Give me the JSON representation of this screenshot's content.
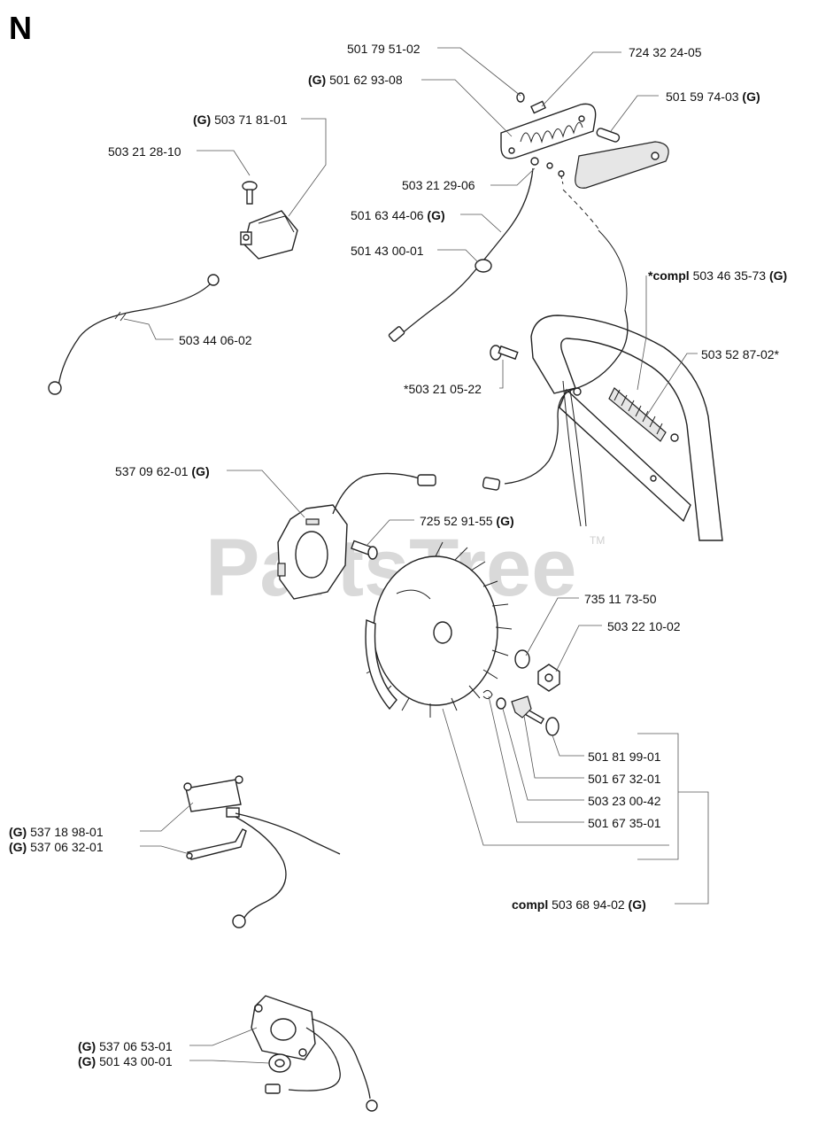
{
  "section_letter": "N",
  "watermark": {
    "text": "PartsTree",
    "tm": "TM"
  },
  "labels": {
    "p_501_79_51_02": {
      "text": "501 79 51-02"
    },
    "p_724_32_24_05": {
      "text": "724 32 24-05"
    },
    "p_501_62_93_08": {
      "prefix": "(G)",
      "text": "501 62 93-08"
    },
    "p_501_59_74_03": {
      "text": "501 59 74-03",
      "suffix": "(G)"
    },
    "p_503_71_81_01": {
      "prefix": "(G)",
      "text": "503 71 81-01"
    },
    "p_503_21_28_10": {
      "text": "503 21 28-10"
    },
    "p_503_21_29_06": {
      "text": "503 21 29-06"
    },
    "p_501_63_44_06": {
      "text": "501 63 44-06",
      "suffix": "(G)"
    },
    "p_501_43_00_01_top": {
      "text": "501 43 00-01"
    },
    "p_503_46_35_73": {
      "prefix": "*compl",
      "text": "503 46 35-73",
      "suffix": "(G)"
    },
    "p_503_44_06_02": {
      "text": "503 44 06-02"
    },
    "p_503_52_87_02": {
      "text": "503 52 87-02*"
    },
    "p_503_21_05_22": {
      "text": "*503 21 05-22"
    },
    "p_537_09_62_01": {
      "text": "537 09 62-01",
      "suffix": "(G)"
    },
    "p_725_52_91_55": {
      "text": "725 52 91-55",
      "suffix": "(G)"
    },
    "p_735_11_73_50": {
      "text": "735 11 73-50"
    },
    "p_503_22_10_02": {
      "text": "503 22 10-02"
    },
    "p_501_81_99_01": {
      "text": "501 81 99-01"
    },
    "p_501_67_32_01": {
      "text": "501 67 32-01"
    },
    "p_503_23_00_42": {
      "text": "503 23 00-42"
    },
    "p_501_67_35_01": {
      "text": "501 67 35-01"
    },
    "p_503_68_94_02": {
      "prefix": "compl",
      "text": "503 68 94-02",
      "suffix": "(G)"
    },
    "p_537_18_98_01": {
      "prefix": "(G)",
      "text": "537 18 98-01"
    },
    "p_537_06_32_01": {
      "prefix": "(G)",
      "text": "537 06 32-01"
    },
    "p_537_06_53_01": {
      "prefix": "(G)",
      "text": "537 06 53-01"
    },
    "p_501_43_00_01_bottom": {
      "prefix": "(G)",
      "text": "501 43 00-01"
    }
  },
  "icons": [
    "screw-icon",
    "heater-plate-icon",
    "handle-grip-icon",
    "ignition-coil-icon",
    "flywheel-icon",
    "spring-icon",
    "nut-icon",
    "washer-icon",
    "stator-icon",
    "ground-wire-icon"
  ]
}
